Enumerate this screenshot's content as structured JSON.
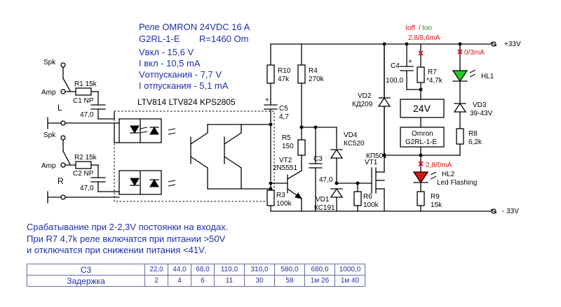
{
  "relay_info": {
    "title": "Реле OMRON 24VDC 16 A",
    "model": "G2RL-1-E",
    "resistance": "R=1460 Om",
    "v_on": "Vвкл - 15,6 V",
    "i_on": "I вкл - 10,5 mA",
    "v_off": "Vотпускания - 7,7 V",
    "i_off": "I отпускания - 5,1 mA"
  },
  "labels": {
    "optocouplers": "LTV814  LTV824  KPS2805",
    "spk_top": "Spk",
    "amp_top": "Amp",
    "L": "L",
    "spk_bottom": "Spk",
    "amp_bottom": "Amp",
    "R": "R",
    "r1": "R1 15k",
    "c1": "C1 NP",
    "c1_val": "47,0",
    "r2": "R2 15k",
    "c2": "C2 NP",
    "c2_val": "47,0",
    "r10": "R10",
    "r10_val": "47k",
    "r4": "R4",
    "r4_val": "270k",
    "c5": "C5",
    "c5_val": "4,7",
    "r5": "R5",
    "r5_val": "150",
    "vt2": "VT2",
    "vt2_type": "2N5551",
    "r3": "R3",
    "r3_val": "100k",
    "c3": "C3",
    "c3_val": "47,0",
    "vd4": "VD4",
    "vd4_type": "КС520",
    "vd1": "VD1",
    "vd1_type": "КС191",
    "vt1": "VT1",
    "kp501": "КП501",
    "r6": "R6",
    "r6_val": "100k",
    "vd2": "VD2",
    "vd2_type": "КД209",
    "c4": "C4",
    "c4_val": "100,0",
    "r7": "R7",
    "r7_val": "*4,7k",
    "relay_v": "24V",
    "relay_name": "Omron",
    "relay_model": "G2RL-1-E",
    "hl1": "HL1",
    "vd3": "VD3",
    "vd3_type": "39-43V",
    "r8": "R8",
    "r8_val": "6,2k",
    "hl2": "HL2",
    "hl2_note": "Led Flashing",
    "r9": "R9",
    "r9_val": "15k",
    "vplus": "+33V",
    "vminus": "- 33V",
    "ioff": "Ioff",
    "slash": "/",
    "ion": "Ion",
    "cur_top": "2,8/8,6mA",
    "cur_hl1": "0/3mA",
    "cur_hl2": "2,8/0mA"
  },
  "notes": {
    "line1": "Срабатывание при 2-2,3V постоянки на входах.",
    "line2": "При R7 4,7k  реле включатся при питании >50V",
    "line3": "и отключатся при снижении питания <41V."
  },
  "delay_table": {
    "row1_label": "C3",
    "row1": [
      "22,0",
      "44,0",
      "68,0",
      "110,0",
      "310,0",
      "580,0",
      "680,0",
      "1000,0"
    ],
    "row2_label": "Задержка",
    "row2": [
      "2",
      "4",
      "6",
      "11",
      "30",
      "58",
      "1м 26",
      "1м 40"
    ]
  },
  "colors": {
    "text_blue": "#1f2fa8",
    "led_green": "#1fcc1f",
    "led_red": "#e01010",
    "current_red": "#e01010",
    "current_green": "#1a9a1a"
  }
}
